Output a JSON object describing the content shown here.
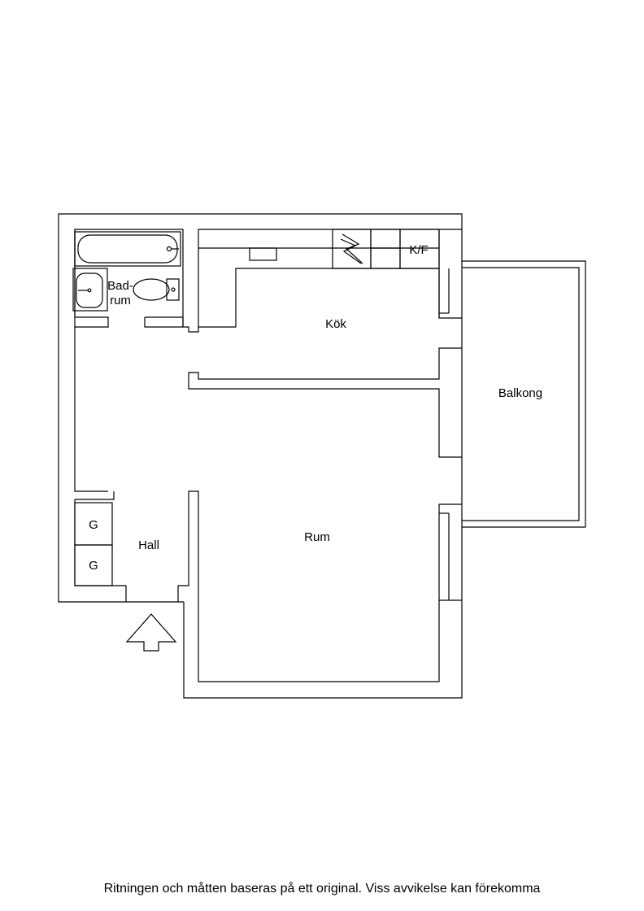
{
  "rooms": {
    "kitchen": "Kök",
    "bathroom_line1": "Bad-",
    "bathroom_line2": "rum",
    "hall": "Hall",
    "living_room": "Rum",
    "balcony": "Balkong"
  },
  "fixtures": {
    "fridge_freezer": "K/F",
    "wardrobe_1": "G",
    "wardrobe_2": "G"
  },
  "icons": {
    "entrance": "entrance-arrow-icon",
    "bathtub": "bathtub-icon",
    "sink": "sink-icon",
    "toilet": "toilet-icon",
    "stove": "stove-icon"
  },
  "disclaimer": "Ritningen och måtten baseras på ett original. Viss avvikelse kan förekomma"
}
